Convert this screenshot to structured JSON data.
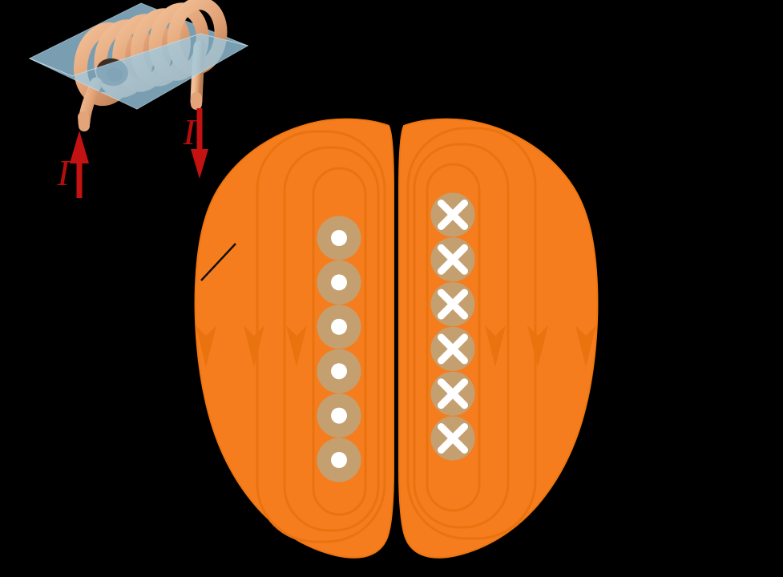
{
  "colors": {
    "background": "#000000",
    "field_fill": "#f57d1e",
    "field_line": "#e9730f",
    "lobe_edge": "#ef760f",
    "wire_fill": "#c4a071",
    "wire_symbol": "#ffffff",
    "current_arrow": "#c31212",
    "current_label": "#b80d0d",
    "coil_light": "#f2bf96",
    "coil_mid": "#e2a478",
    "coil_dark": "#bc7e52",
    "coil_bore": "#3d2d24",
    "coil_bore_dark": "#281d17",
    "plane_fill": "#9ccbe4",
    "plane_edge": "#c2e0f2",
    "leader_line": "#111111"
  },
  "inset": {
    "coil_turns": 6,
    "left_current_label": "I",
    "left_current_direction": "up",
    "right_current_label": "I",
    "right_current_direction": "down"
  },
  "cross_section": {
    "left_row": {
      "symbol": "dot",
      "wire_count": 6
    },
    "right_row": {
      "symbol": "cross",
      "wire_count": 6
    },
    "left_lobe_arrows": {
      "count": 3,
      "direction": "down"
    },
    "right_lobe_arrows": {
      "count": 3,
      "direction": "down"
    },
    "nested_loops_per_lobe": 3
  }
}
